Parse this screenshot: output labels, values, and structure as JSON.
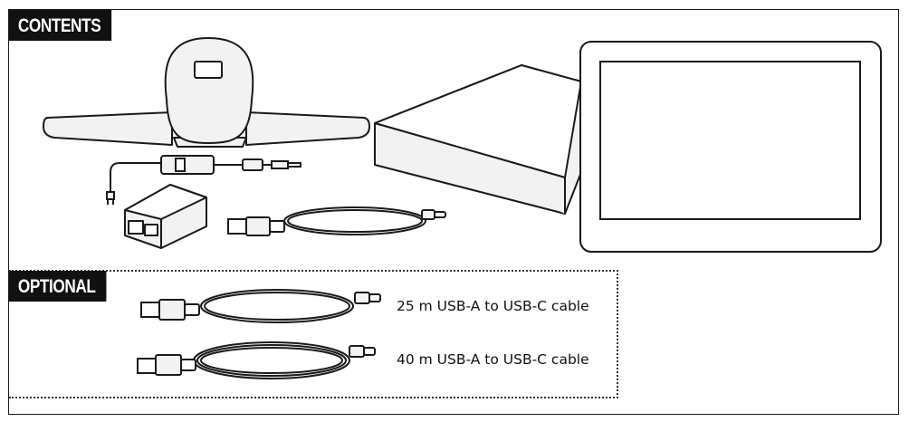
{
  "sections": {
    "contents_label": "CONTENTS",
    "optional_label": "OPTIONAL"
  },
  "optional_items": [
    {
      "label": "25 m USB-A to USB-C cable"
    },
    {
      "label": "40 m USB-A to USB-C cable"
    }
  ],
  "colors": {
    "ink": "#1a1a1a",
    "tag_background": "#111111",
    "tag_text": "#ffffff",
    "fill_light": "#f2f2f2",
    "background": "#ffffff"
  },
  "icons": [
    "camera-bar-icon",
    "power-supply-icon",
    "usb-cable-icon",
    "compute-unit-icon",
    "touch-display-icon"
  ]
}
